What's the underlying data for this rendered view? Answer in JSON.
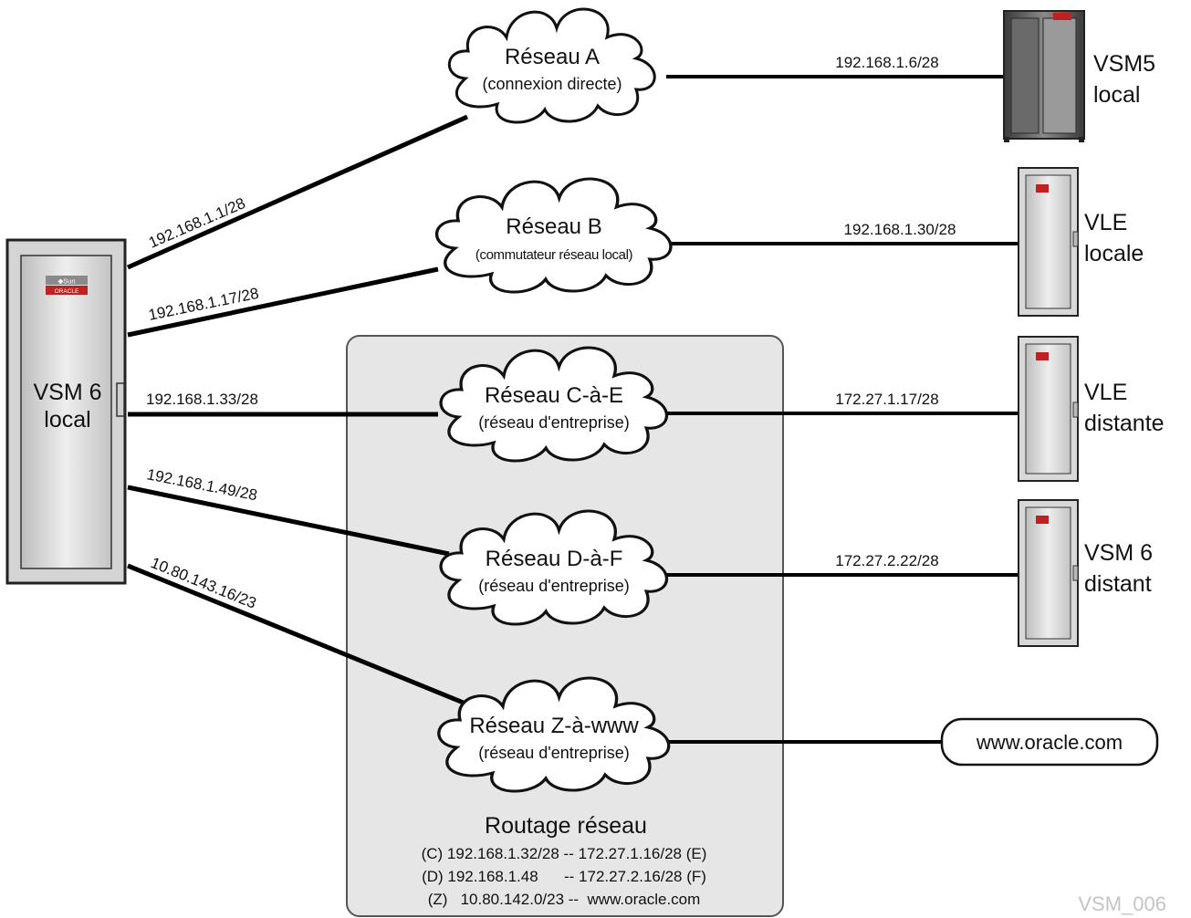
{
  "devices": {
    "vsm6_local": {
      "line1": "VSM 6",
      "line2": "local",
      "logo_top": "◆Sun",
      "logo_bottom": "ORACLE"
    },
    "vsm5_local": {
      "line1": "VSM5",
      "line2": "local"
    },
    "vle_locale": {
      "line1": "VLE",
      "line2": "locale"
    },
    "vle_distante": {
      "line1": "VLE",
      "line2": "distante"
    },
    "vsm6_distant": {
      "line1": "VSM 6",
      "line2": "distant"
    }
  },
  "clouds": {
    "a": {
      "title": "Réseau A",
      "subtitle": "(connexion directe)"
    },
    "b": {
      "title": "Réseau B",
      "subtitle": "(commutateur réseau local)"
    },
    "ce": {
      "title": "Réseau C-à-E",
      "subtitle": "(réseau d'entreprise)"
    },
    "df": {
      "title": "Réseau D-à-F",
      "subtitle": "(réseau d'entreprise)"
    },
    "zw": {
      "title": "Réseau Z-à-www",
      "subtitle": "(réseau d'entreprise)"
    }
  },
  "left_links": {
    "a": "192.168.1.1/28",
    "b": "192.168.1.17/28",
    "ce": "192.168.1.33/28",
    "df": "192.168.1.49/28",
    "zw": "10.80.143.16/23"
  },
  "right_links": {
    "a": "192.168.1.6/28",
    "b": "192.168.1.30/28",
    "ce": "172.27.1.17/28",
    "df": "172.27.2.22/28"
  },
  "www_box": "www.oracle.com",
  "routing": {
    "title": "Routage réseau",
    "lines": [
      "(C) 192.168.1.32/28 -- 172.27.1.16/28 (E)",
      "(D) 192.168.1.48      -- 172.27.2.16/28 (F)",
      "(Z)   10.80.142.0/23 --  www.oracle.com"
    ]
  },
  "watermark": "VSM_006"
}
